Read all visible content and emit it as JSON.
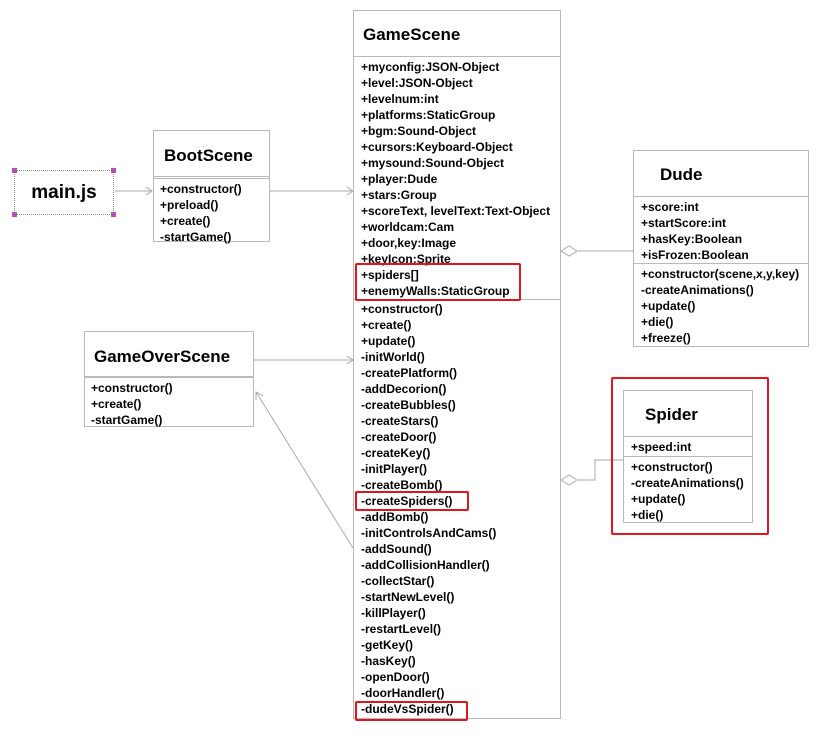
{
  "diagram": {
    "main": {
      "label": "main.js"
    },
    "boot": {
      "name": "BootScene",
      "attributes": [],
      "methods": [
        "+constructor()",
        "+preload()",
        "+create()",
        "-startGame()"
      ]
    },
    "gameover": {
      "name": "GameOverScene",
      "attributes": [],
      "methods": [
        "+constructor()",
        "+create()",
        "-startGame()"
      ]
    },
    "game": {
      "name": "GameScene",
      "attributes": [
        "+myconfig:JSON-Object",
        "+level:JSON-Object",
        "+levelnum:int",
        "+platforms:StaticGroup",
        "+bgm:Sound-Object",
        "+cursors:Keyboard-Object",
        "+mysound:Sound-Object",
        "+player:Dude",
        "+stars:Group",
        "+scoreText, levelText:Text-Object",
        "+worldcam:Cam",
        "+door,key:Image",
        "+keyIcon:Sprite",
        "+spiders[]",
        "+enemyWalls:StaticGroup"
      ],
      "methods": [
        "+constructor()",
        "+create()",
        "+update()",
        "-initWorld()",
        "-createPlatform()",
        "-addDecorion()",
        "-createBubbles()",
        "-createStars()",
        "-createDoor()",
        "-createKey()",
        "-initPlayer()",
        "-createBomb()",
        "-createSpiders()",
        "-addBomb()",
        "-initControlsAndCams()",
        "-addSound()",
        "-addCollisionHandler()",
        "-collectStar()",
        "-startNewLevel()",
        "-killPlayer()",
        "-restartLevel()",
        "-getKey()",
        "-hasKey()",
        "-openDoor()",
        "-doorHandler()",
        "-dudeVsSpider()"
      ]
    },
    "dude": {
      "name": "Dude",
      "attributes": [
        "+score:int",
        "+startScore:int",
        "+hasKey:Boolean",
        "+isFrozen:Boolean"
      ],
      "methods": [
        "+constructor(scene,x,y,key)",
        "-createAnimations()",
        "+update()",
        "+die()",
        "+freeze()"
      ]
    },
    "spider": {
      "name": "Spider",
      "attributes": [
        "+speed:int"
      ],
      "methods": [
        "+constructor()",
        "-createAnimations()",
        "+update()",
        "+die()"
      ]
    }
  },
  "colors": {
    "border": "#b9b9b9",
    "highlight": "#e0161c",
    "handle": "#b34fb3",
    "line": "#aaaaaa"
  }
}
